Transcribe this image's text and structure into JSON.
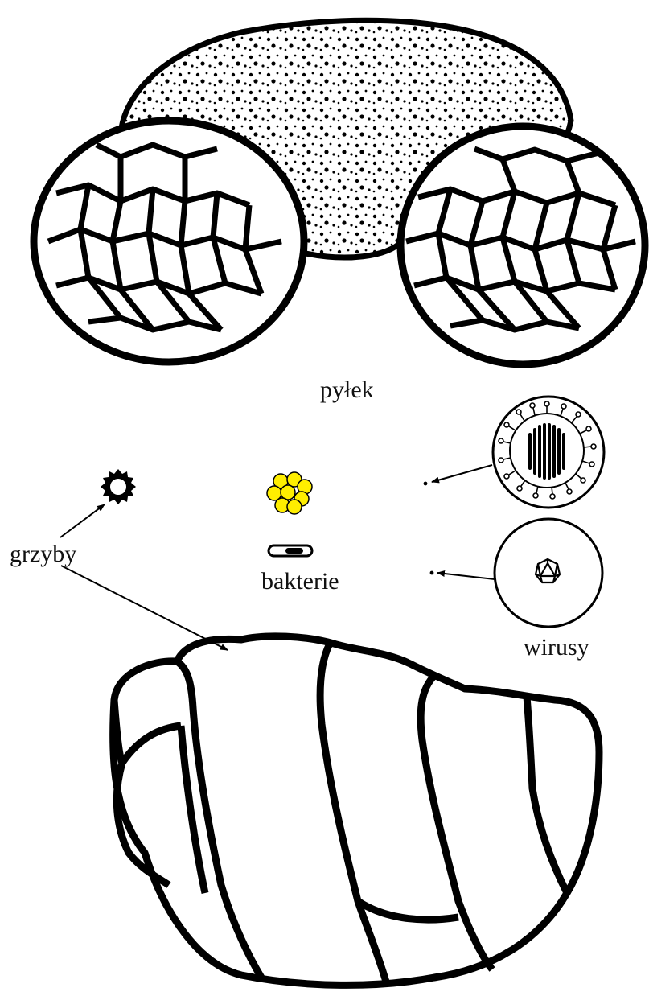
{
  "labels": {
    "pollen": "pyłek",
    "fungi": "grzyby",
    "bacteria": "bakterie",
    "viruses": "wirusy"
  },
  "colors": {
    "ink": "#000000",
    "bacteria_fill": "#ffee00",
    "background": "#ffffff"
  },
  "icons": {
    "pollen": "pollen-grain-icon",
    "fungal_spore": "fungal-spore-icon",
    "bacteria_cluster": "coccus-cluster-icon",
    "bacteria_rod": "bacillus-icon",
    "virus_enveloped": "enveloped-virus-icon",
    "virus_icosahedral": "icosahedral-virus-icon",
    "fungal_large": "large-spore-icon"
  }
}
